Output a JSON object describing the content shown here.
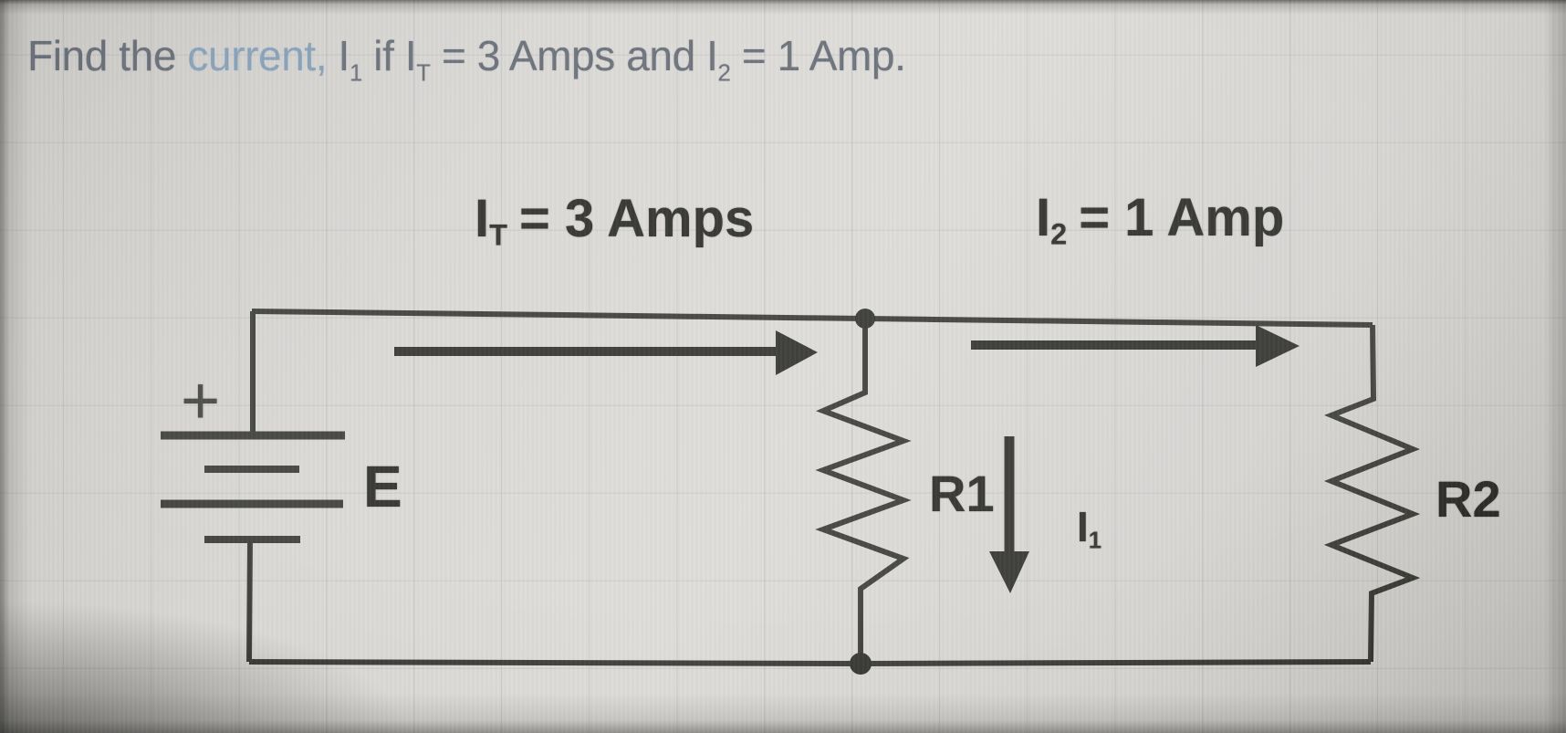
{
  "question": {
    "prefix": "Find the",
    "highlight": "current,",
    "i1": {
      "sym": "I",
      "sub": "1"
    },
    "mid1": "if",
    "it": {
      "sym": "I",
      "sub": "T"
    },
    "mid2": "= 3 Amps and",
    "i2": {
      "sym": "I",
      "sub": "2"
    },
    "suffix": "= 1 Amp."
  },
  "diagram": {
    "total_current": {
      "sym": "I",
      "sub": "T",
      "value": "= 3 Amps"
    },
    "branch2_current": {
      "sym": "I",
      "sub": "2",
      "value": "= 1 Amp"
    },
    "branch1_current": {
      "sym": "I",
      "sub": "1"
    },
    "source_label": "E",
    "source_polarity": "+",
    "resistor1_label": "R1",
    "resistor2_label": "R2"
  },
  "colors": {
    "background": "#d6d4d0",
    "wire": "#34342f",
    "label_text": "#23231f",
    "title_text": "#5e646e",
    "title_accent": "#7d9ab3",
    "grid_line": "#b9bcc2"
  }
}
